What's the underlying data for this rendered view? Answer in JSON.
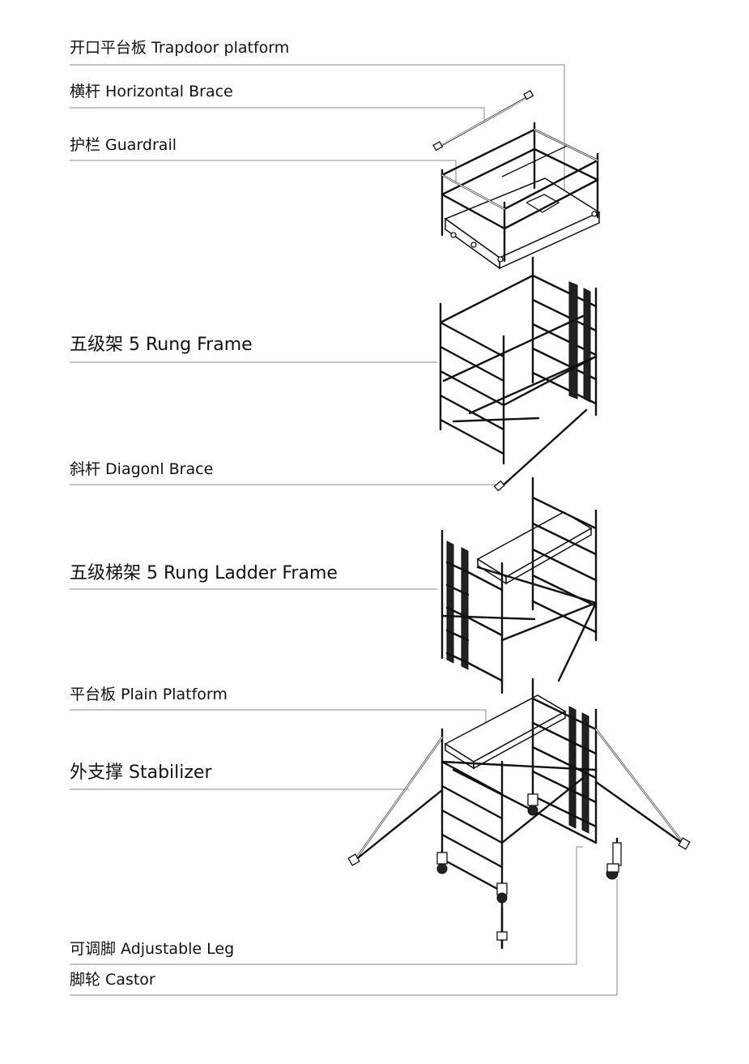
{
  "labels": {
    "trapdoor_platform": "开口平台板 Trapdoor platform",
    "horizontal_brace": "横杆 Horizontal Brace",
    "guardrail": "护栏 Guardrail",
    "rung_frame": "五级架 5 Rung Frame",
    "diagonal_brace": "斜杆 Diagonl Brace",
    "ladder_frame": "五级梯架 5 Rung Ladder Frame",
    "plain_platform": "平台板 Plain Platform",
    "stabilizer": "外支撑 Stabilizer",
    "adjustable_leg": "可调脚 Adjustable Leg",
    "castor": "脚轮 Castor"
  },
  "colors": {
    "line": "#111111",
    "leader": "#888888",
    "background": "#ffffff"
  }
}
